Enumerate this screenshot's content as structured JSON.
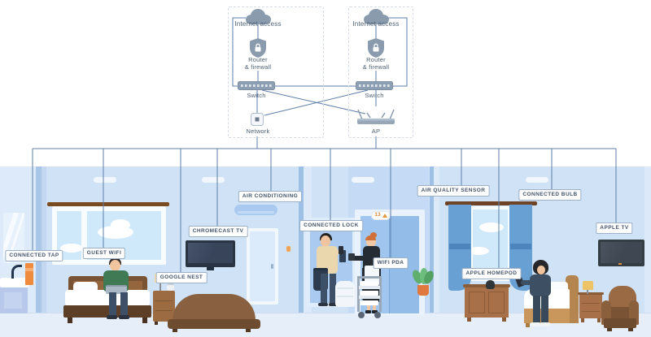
{
  "network_diagram": {
    "left_stack": {
      "internet_label": "Internet access",
      "router_line1": "Router",
      "router_line2": "& firewall",
      "switch_label": "Switch",
      "node_label": "Network"
    },
    "right_stack": {
      "internet_label": "Internet access",
      "router_line1": "Router",
      "router_line2": "& firewall",
      "switch_label": "Switch",
      "node_label": "AP"
    }
  },
  "device_labels": [
    {
      "id": "connected-tap",
      "text": "CONNECTED TAP"
    },
    {
      "id": "guest-wifi",
      "text": "GUEST WIFI"
    },
    {
      "id": "google-nest",
      "text": "GOOGLE NEST"
    },
    {
      "id": "chromecast-tv",
      "text": "CHROMECAST TV"
    },
    {
      "id": "air-conditioning",
      "text": "AIR CONDITIONING"
    },
    {
      "id": "connected-lock",
      "text": "CONNECTED LOCK"
    },
    {
      "id": "wifi-pda",
      "text": "WIFI PDA"
    },
    {
      "id": "air-quality-sensor",
      "text": "AIR QUALITY SENSOR"
    },
    {
      "id": "apple-homepod",
      "text": "APPLE HOMEPOD"
    },
    {
      "id": "connected-bulb",
      "text": "CONNECTED BULB"
    },
    {
      "id": "apple-tv",
      "text": "APPLE TV"
    }
  ],
  "elevator": {
    "floor_display": "13"
  },
  "icons": {
    "cloud": "internet cloud",
    "shield-lock": "shield with padlock",
    "switch-bar": "network switch",
    "network-node": "network node",
    "access-point": "wifi access point",
    "warning-triangle": "warning triangle"
  },
  "colors": {
    "wire": "#5d7ea8",
    "diagram_icon": "#8a9bae",
    "label_text": "#42546a",
    "wall_blue": "#cfe2f6",
    "floor_blue": "#e6eef9",
    "curtain_blue": "#68a0d3",
    "wood_brown": "#9a6a44",
    "accent_orange": "#ef8b3d"
  }
}
